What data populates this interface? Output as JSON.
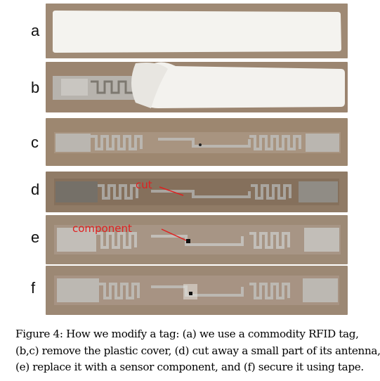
{
  "panels": [
    {
      "label": "a"
    },
    {
      "label": "b"
    },
    {
      "label": "c"
    },
    {
      "label": "d",
      "annotation": "cut"
    },
    {
      "label": "e",
      "annotation": "component"
    },
    {
      "label": "f"
    }
  ],
  "caption": {
    "lines": [
      "Figure 4: How we modify a tag: (a) we use a commodity RFID tag,",
      "(b,c) remove the plastic cover, (d) cut away a small part of its antenna,",
      "(e) replace it with a sensor component, and (f) secure it using tape."
    ]
  },
  "colors": {
    "background_brown": "#9c8670",
    "antenna_metal": "#b9b6b0",
    "plastic_cover": "#f4f3ef",
    "annotation_red": "#e02020"
  }
}
